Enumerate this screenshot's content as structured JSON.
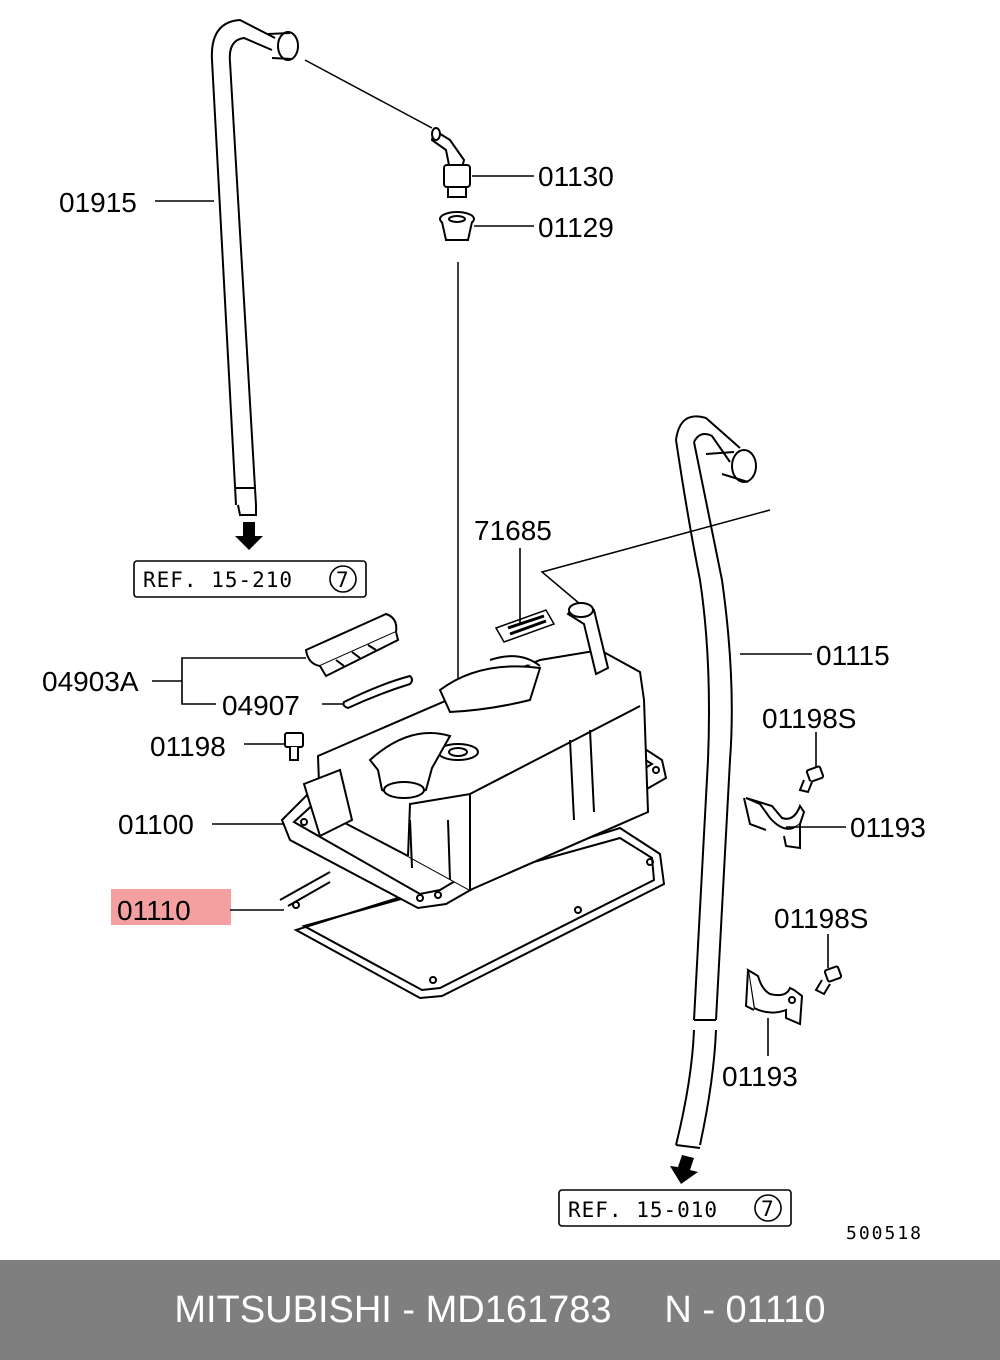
{
  "callouts": {
    "c01915": "01915",
    "c01130": "01130",
    "c01129": "01129",
    "c71685": "71685",
    "c01115": "01115",
    "c04903a": "04903A",
    "c04907": "04907",
    "c01198": "01198",
    "c01198s_upper": "01198S",
    "c01193_upper": "01193",
    "c01100": "01100",
    "c01110": "01110",
    "c01198s_lower": "01198S",
    "c01193_lower": "01193"
  },
  "highlighted_part": "01110",
  "highlight_color": "#f4a0a0",
  "references": {
    "ref_upper": {
      "text": "REF. 15-210",
      "circle_number": "7"
    },
    "ref_lower": {
      "text": "REF. 15-010",
      "circle_number": "7"
    }
  },
  "drawing_number": "500518",
  "footer": {
    "text": "MITSUBISHI - MD161783     N - 01110",
    "background_color": "#7f7f7f"
  }
}
